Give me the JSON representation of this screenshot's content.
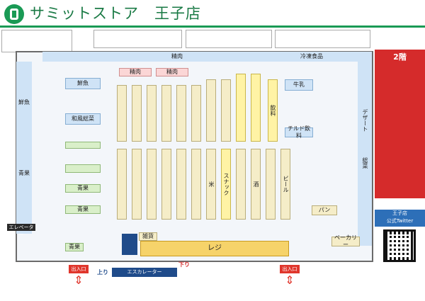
{
  "header": {
    "store_name": "サミットストア　王子店"
  },
  "notes": [
    {
      "title": ""
    },
    {
      "title": ""
    },
    {
      "title": ""
    },
    {
      "title": ""
    }
  ],
  "zones": {
    "fresh_fish": "鮮魚",
    "meat": "精肉",
    "vegetables": "青果",
    "vegetables_2": "青果",
    "vegetables_3": "青果",
    "vegetables_4": "青果",
    "frozen": "冷凍食品",
    "register": "レジ",
    "bread": "パン",
    "bakery": "ベーカリー",
    "rice": "米",
    "snack": "スナック",
    "beer": "ビール",
    "liquor": "酒",
    "sundries": "雑貨",
    "drinks": "飲料",
    "milk": "牛乳",
    "chilled_drinks": "チルド飲料",
    "japanese_side": "和風総菜",
    "dessert": "デザート",
    "deli": "総菜"
  },
  "aisles": [
    {
      "label": ""
    },
    {
      "label": ""
    },
    {
      "label": ""
    },
    {
      "label": ""
    },
    {
      "label": ""
    },
    {
      "label": ""
    },
    {
      "label": ""
    },
    {
      "label": ""
    },
    {
      "label": ""
    },
    {
      "label": ""
    },
    {
      "label": ""
    },
    {
      "label": ""
    }
  ],
  "labels": {
    "elevator": "エレベーター",
    "escalator": "エスカレーター",
    "entrance_1": "出入口",
    "entrance_2": "出入口",
    "service_counter": "",
    "up": "上り",
    "down": "下り"
  },
  "sidebar": {
    "title": "2階",
    "items": [
      "",
      "",
      "",
      "",
      "",
      "",
      "",
      "",
      ""
    ]
  },
  "twitter": {
    "line1": "王子店",
    "line2": "公式Twitter"
  },
  "qr_caption": "",
  "footer": {
    "promo": "",
    "notice": ""
  },
  "colors": {
    "brand_green": "#1a9a55",
    "sidebar_red": "#d52b2b",
    "exit_red": "#e0362c",
    "twitter_blue": "#2d6fb8"
  }
}
